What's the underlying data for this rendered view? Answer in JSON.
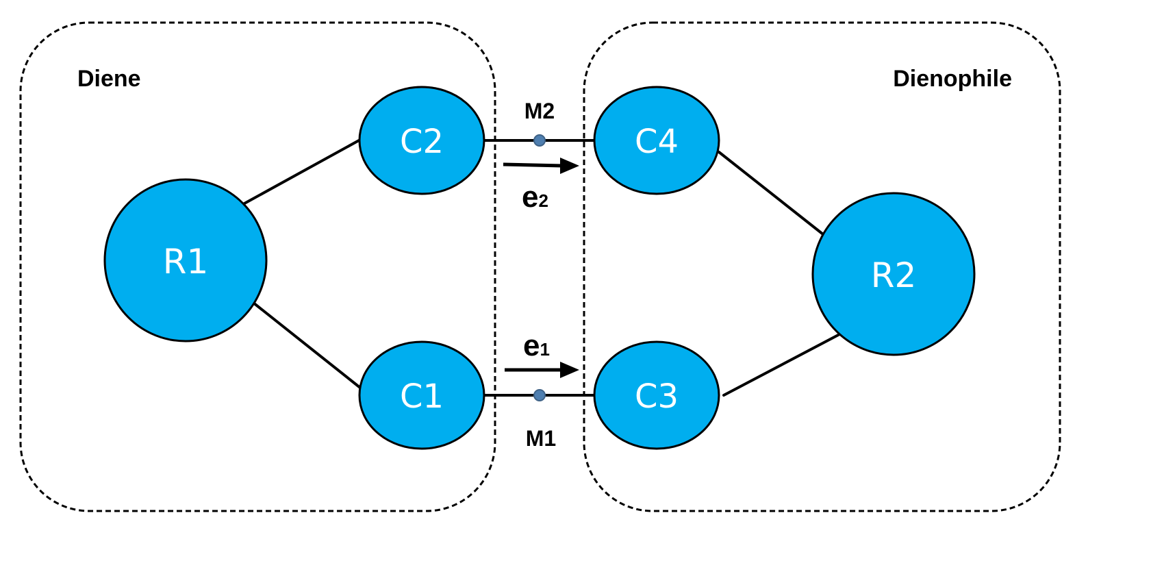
{
  "regions": {
    "diene": {
      "title": "Diene"
    },
    "dienophile": {
      "title": "Dienophile"
    }
  },
  "nodes": {
    "r1": {
      "label": "R1"
    },
    "c2": {
      "label": "C2"
    },
    "c1": {
      "label": "C1"
    },
    "c4": {
      "label": "C4"
    },
    "c3": {
      "label": "C3"
    },
    "r2": {
      "label": "R2"
    }
  },
  "midpoints": {
    "m2": {
      "label": "M2"
    },
    "m1": {
      "label": "M1"
    }
  },
  "electron_flows": {
    "e2": {
      "symbol": "e",
      "subscript": "2"
    },
    "e1": {
      "symbol": "e",
      "subscript": "1"
    }
  },
  "colors": {
    "node_fill": "#00aeef",
    "midpoint_dot": "#4f7fb0",
    "line": "#000000"
  }
}
